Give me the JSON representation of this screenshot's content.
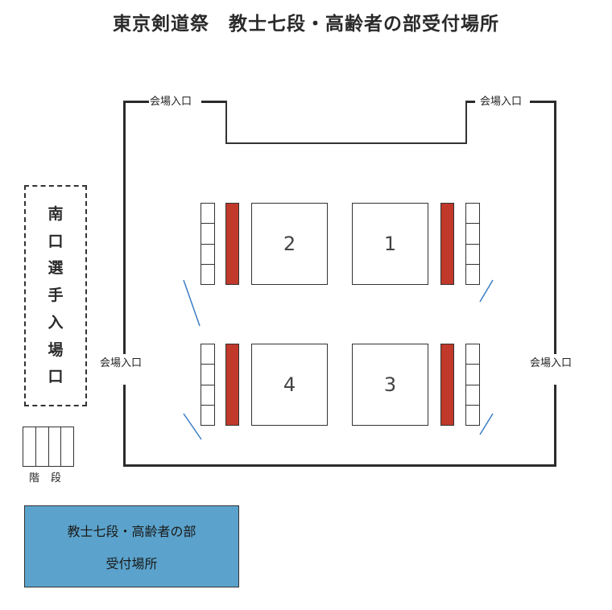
{
  "title": "東京剣道祭　教士七段・高齢者の部受付場所",
  "entrances": {
    "top_left": "会場入口",
    "top_right": "会場入口",
    "left": "会場入口",
    "right": "会場入口"
  },
  "courts": [
    "1",
    "2",
    "3",
    "4"
  ],
  "south_entrance": [
    "南",
    "口",
    "選",
    "手",
    "入",
    "場",
    "口"
  ],
  "stairs_label": "階段",
  "reception": {
    "line1": "教士七段・高齢者の部",
    "line2": "受付場所"
  },
  "colors": {
    "red_bench": "#c0392b",
    "reception_fill": "#5ba3cc",
    "accent_line": "#3a7dc4"
  }
}
